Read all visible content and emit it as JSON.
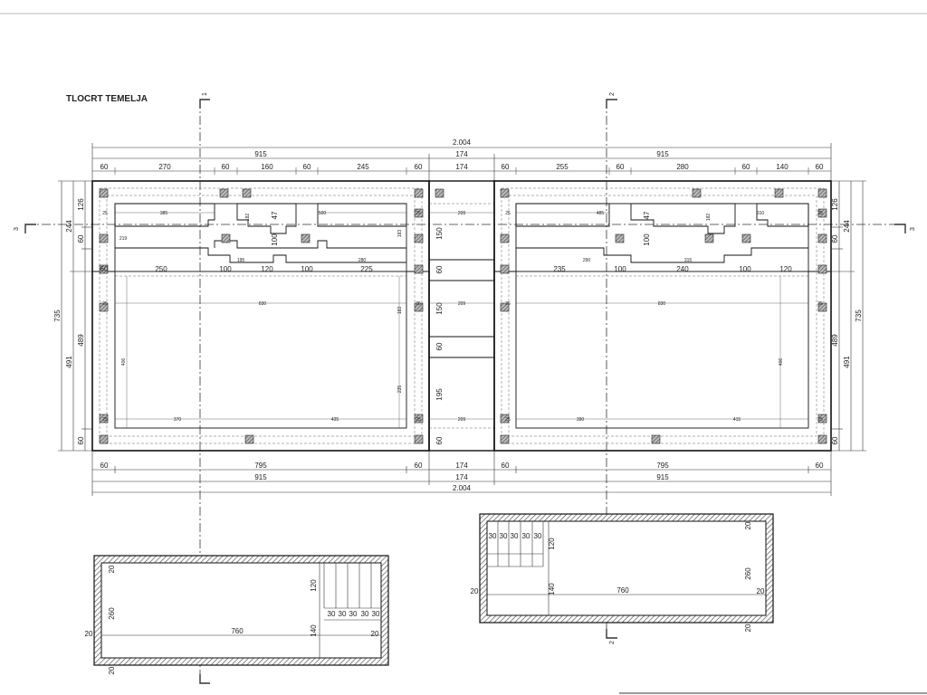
{
  "title": "TLOCRT TEMELJA",
  "section_marks": {
    "left_top": "1",
    "right_top": "2",
    "right_bottom": "2",
    "left_side": "3",
    "right_side": "3"
  },
  "top_dims": {
    "total": "2.004",
    "row2": [
      "915",
      "174",
      "915"
    ],
    "row3": [
      "60",
      "270",
      "60",
      "160",
      "60",
      "245",
      "60",
      "174",
      "60",
      "255",
      "60",
      "280",
      "60",
      "140",
      "60"
    ]
  },
  "bottom_dims": {
    "row1": [
      "60",
      "795",
      "60",
      "174",
      "60",
      "795",
      "60"
    ],
    "row2": [
      "915",
      "174",
      "915"
    ],
    "total": "2.004"
  },
  "left_dims": {
    "outer": "735",
    "row2": [
      "244",
      "491"
    ],
    "row3": [
      "126",
      "60",
      "489",
      "60"
    ]
  },
  "right_dims": {
    "outer": "735",
    "row2": [
      "244",
      "491"
    ],
    "row3": [
      "126",
      "60",
      "489",
      "60"
    ]
  },
  "middle_dims": [
    "150",
    "60",
    "150",
    "60",
    "195",
    "60"
  ],
  "left_building": {
    "row_dims": [
      "60",
      "250",
      "100",
      "120",
      "100",
      "225"
    ],
    "upper_small": [
      "385",
      "182",
      "47",
      "500",
      "100",
      "219",
      "183",
      "195",
      "280"
    ],
    "lower_small": [
      "830",
      "183",
      "406",
      "235",
      "370",
      "435"
    ],
    "side_25": "25",
    "mid_209": "209"
  },
  "right_building": {
    "row_dims": [
      "235",
      "100",
      "240",
      "100",
      "120"
    ],
    "upper_small": [
      "485",
      "47",
      "182",
      "310",
      "100",
      "290",
      "315"
    ],
    "lower_small": [
      "830",
      "406",
      "390",
      "415"
    ],
    "side_25": "25"
  },
  "stair_left": {
    "dims": [
      "20",
      "260",
      "20",
      "20",
      "760",
      "20",
      "120",
      "140",
      "30",
      "30",
      "30",
      "30",
      "30"
    ]
  },
  "stair_right": {
    "dims": [
      "20",
      "260",
      "20",
      "20",
      "760",
      "20",
      "120",
      "140",
      "30",
      "30",
      "30",
      "30",
      "30"
    ]
  }
}
